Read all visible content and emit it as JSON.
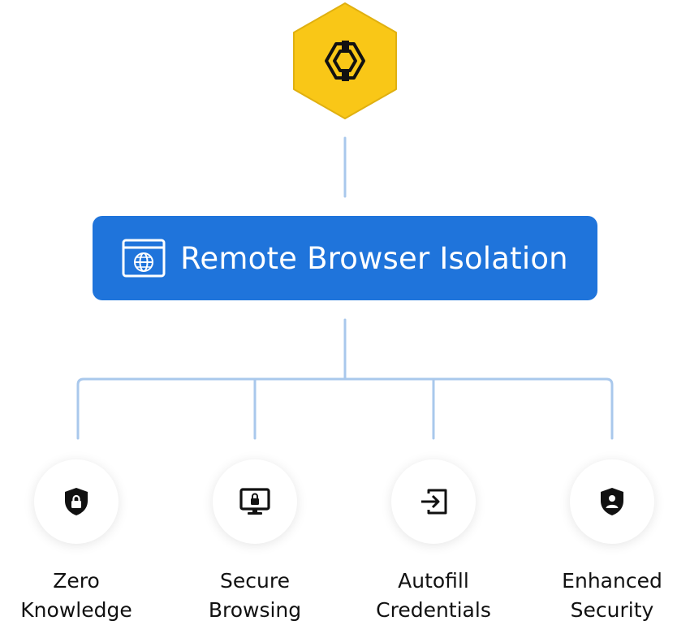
{
  "logo": {
    "icon": "hexagon-logo-icon",
    "fill_color": "#f9c717",
    "border_color": "#e0b010"
  },
  "root": {
    "label": "Remote Browser Isolation",
    "icon": "browser-globe-icon",
    "background_color": "#1f74db"
  },
  "connector_color": "#a9c8ec",
  "features": [
    {
      "icon": "shield-lock-icon",
      "label_line1": "Zero",
      "label_line2": "Knowledge"
    },
    {
      "icon": "monitor-lock-icon",
      "label_line1": "Secure",
      "label_line2": "Browsing"
    },
    {
      "icon": "login-arrow-icon",
      "label_line1": "Autofill",
      "label_line2": "Credentials"
    },
    {
      "icon": "shield-user-icon",
      "label_line1": "Enhanced",
      "label_line2": "Security"
    }
  ]
}
